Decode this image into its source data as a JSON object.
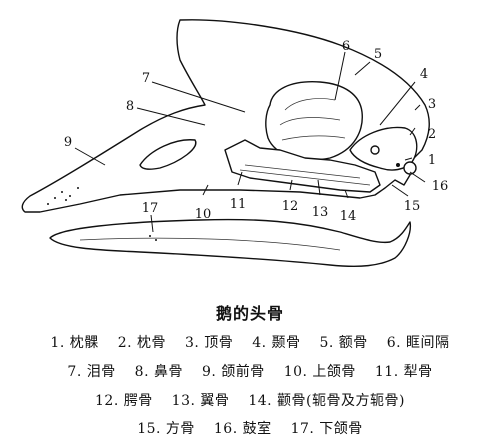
{
  "title": "鹅的头骨",
  "callouts": [
    "1",
    "2",
    "3",
    "4",
    "5",
    "6",
    "7",
    "8",
    "9",
    "10",
    "11",
    "12",
    "13",
    "14",
    "15",
    "16",
    "17"
  ],
  "legend_rows": [
    [
      "1. 枕髁",
      "2. 枕骨",
      "3. 顶骨",
      "4. 颞骨",
      "5. 额骨",
      "6. 眶间隔"
    ],
    [
      "7. 泪骨",
      "8. 鼻骨",
      "9. 颌前骨",
      "10. 上颌骨",
      "11. 犁骨"
    ],
    [
      "12. 腭骨",
      "13. 翼骨",
      "14. 颧骨(轭骨及方轭骨)"
    ],
    [
      "15. 方骨",
      "16. 鼓室",
      "17. 下颌骨"
    ]
  ]
}
